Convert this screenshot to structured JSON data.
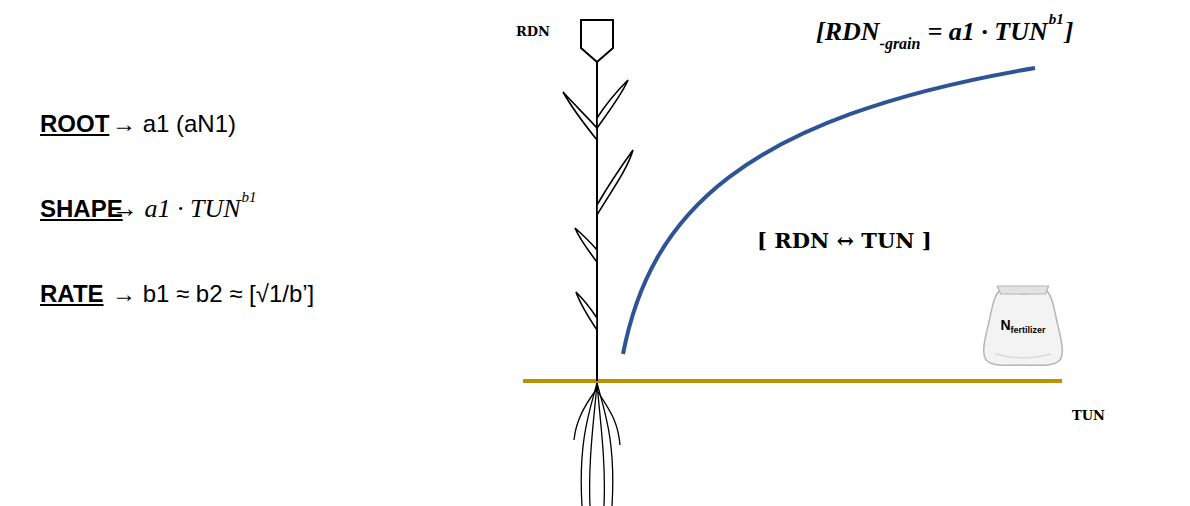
{
  "diagram": {
    "nodes": [
      {
        "text": [
          "N",
          "fertilizer"
        ]
      }
    ],
    "labels": [
      "ROOT",
      "→ a1 (aN1)",
      "SHAPE",
      "→ a1 · TUN",
      "b1",
      "RATE",
      "→ b1 ≈ b2 ≈ [√1/b’]",
      "RDN",
      "[RDN",
      "-grain",
      "= a1 · TUN",
      "b1",
      "]",
      "[ RDN ↔ TUN ]",
      "TUN"
    ]
  }
}
